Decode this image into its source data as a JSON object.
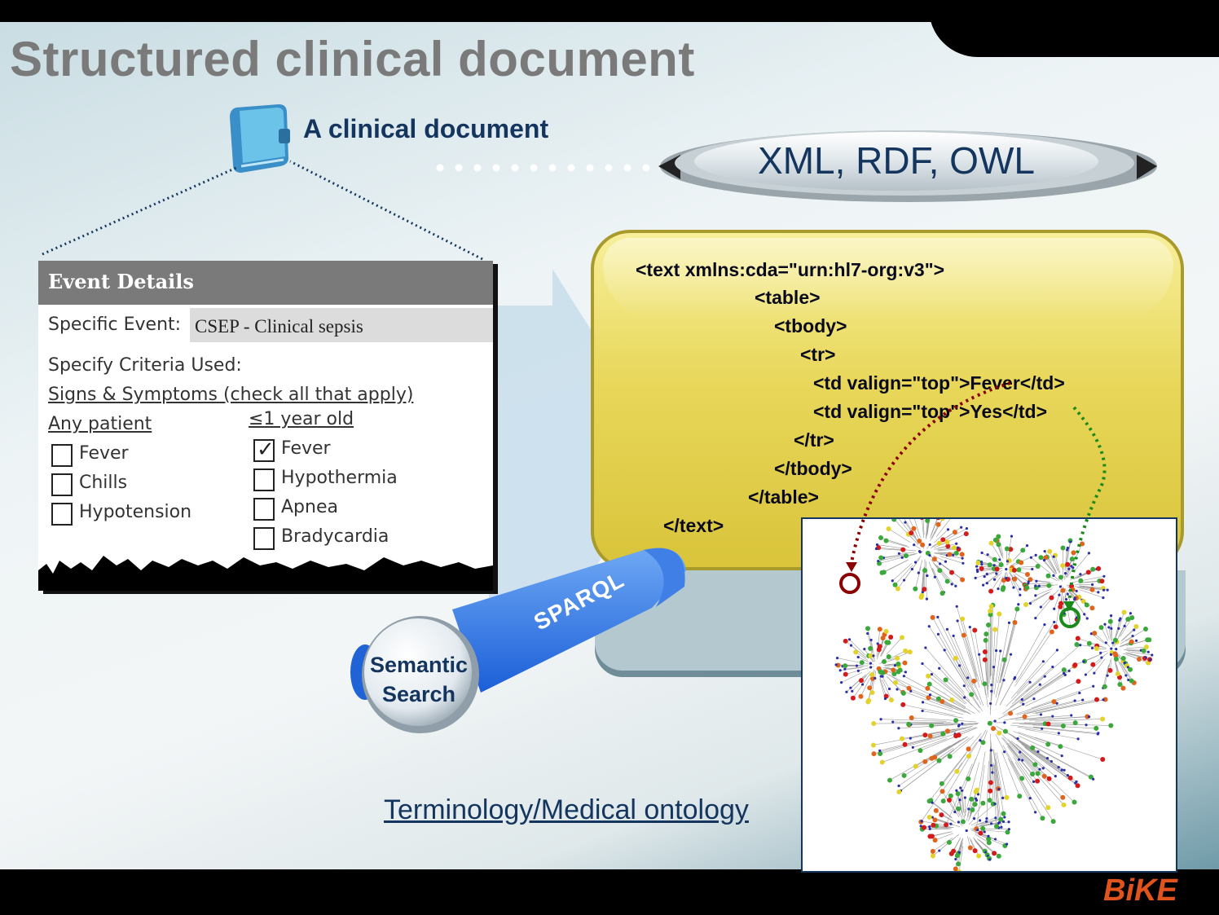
{
  "title": "Structured clinical document",
  "document_caption": "A clinical document",
  "formats_label": "XML, RDF, OWL",
  "form": {
    "header": "Event Details",
    "specific_event_label": "Specific Event:",
    "specific_event_value": "CSEP - Clinical sepsis",
    "criteria_label": "Specify Criteria Used:",
    "signs_heading": "Signs & Symptoms (check all that apply)",
    "any_patient_heading": "Any patient",
    "infant_heading": "≤1 year old",
    "any_patient_items": [
      {
        "label": "Fever",
        "checked": false
      },
      {
        "label": "Chills",
        "checked": false
      },
      {
        "label": "Hypotension",
        "checked": false
      }
    ],
    "infant_items": [
      {
        "label": "Fever",
        "checked": true
      },
      {
        "label": "Hypothermia",
        "checked": false
      },
      {
        "label": "Apnea",
        "checked": false
      },
      {
        "label": "Bradycardia",
        "checked": false
      }
    ],
    "check_glyph": "✓"
  },
  "xml_lines": [
    "<text xmlns:cda=\"urn:hl7-org:v3\">",
    "<table>",
    "<tbody>",
    "<tr>",
    "<td valign=\"top\">Fever</td>",
    "<td valign=\"top\">Yes</td>",
    "</tr>",
    "</tbody>",
    "</table>",
    "</text>"
  ],
  "semantic_search_label": [
    "Semantic",
    "Search"
  ],
  "sparql_label": "SPARQL",
  "ontology_label": "Terminology/Medical ontology",
  "brand": "BiKE",
  "colors": {
    "title": "#7a7a7a",
    "navy": "#14355e",
    "xml_box": "#e8d75a",
    "brand": "#e0531c",
    "link_red": "#8b0000",
    "link_green": "#1a8a1a"
  },
  "icons": [
    "folder-icon",
    "checkbox-icon",
    "network-graph-icon"
  ]
}
